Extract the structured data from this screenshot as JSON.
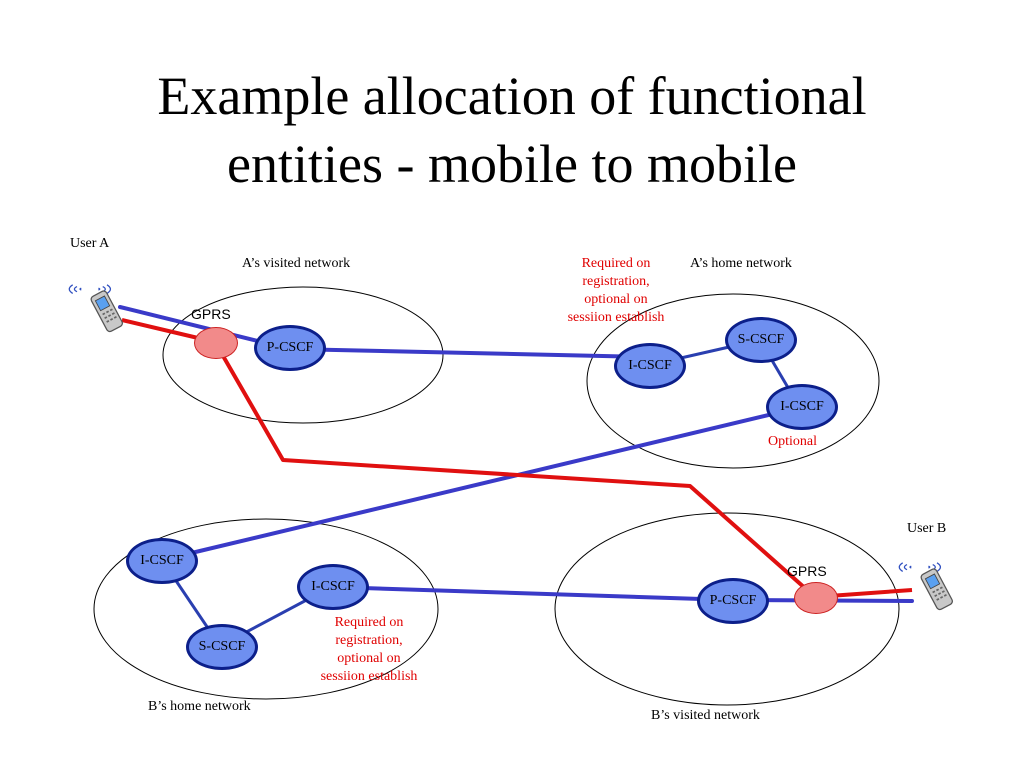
{
  "title": {
    "line1": "Example allocation of functional",
    "line2": "entities - mobile to mobile"
  },
  "users": {
    "a": "User A",
    "b": "User B"
  },
  "networks": {
    "a_visited": "A’s visited network",
    "a_home": "A’s home network",
    "b_home": "B’s home network",
    "b_visited": "B’s visited network"
  },
  "nodes": {
    "a_gprs": "GPRS",
    "a_pcscf": "P-CSCF",
    "a_icscf": "I-CSCF",
    "a_scscf": "S-CSCF",
    "a_icscf_optional": "I-CSCF",
    "b_icscf": "I-CSCF",
    "b_icscf2": "I-CSCF",
    "b_scscf": "S-CSCF",
    "b_pcscf": "P-CSCF",
    "b_gprs": "GPRS"
  },
  "notes": {
    "top": [
      "Required on",
      "registration,",
      "optional on",
      "sessiion establish"
    ],
    "optional": "Optional",
    "bottom": [
      "Required on",
      "registration,",
      "optional on",
      "sessiion establish"
    ]
  },
  "colors": {
    "blue_link": "#3a3ac8",
    "red_link": "#e01010",
    "node_fill": "#6e8ff0",
    "node_border": "#0c1f8a",
    "gprs_fill": "#f28a8a"
  },
  "icons": {
    "user_a": "mobile-phone-icon",
    "user_b": "mobile-phone-icon"
  }
}
